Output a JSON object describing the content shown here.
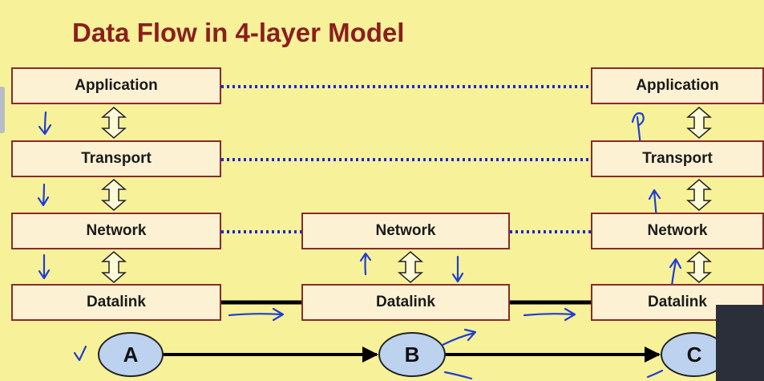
{
  "title": "Data Flow in 4-layer Model",
  "hosts": {
    "A": {
      "application": "Application",
      "transport": "Transport",
      "network": "Network",
      "datalink": "Datalink"
    },
    "B": {
      "network": "Network",
      "datalink": "Datalink"
    },
    "C": {
      "application": "Application",
      "transport": "Transport",
      "network": "Network",
      "datalink": "Datalink"
    }
  },
  "nodes": [
    "A",
    "B",
    "C"
  ],
  "colors": {
    "background": "#f7f19a",
    "title": "#8b1e1e",
    "box_fill": "#fdf1d3",
    "box_border": "#8a2a2a",
    "dotted_link": "#1a27d6",
    "node_fill": "#bcd2ef",
    "annotation": "#1f3fd0"
  }
}
